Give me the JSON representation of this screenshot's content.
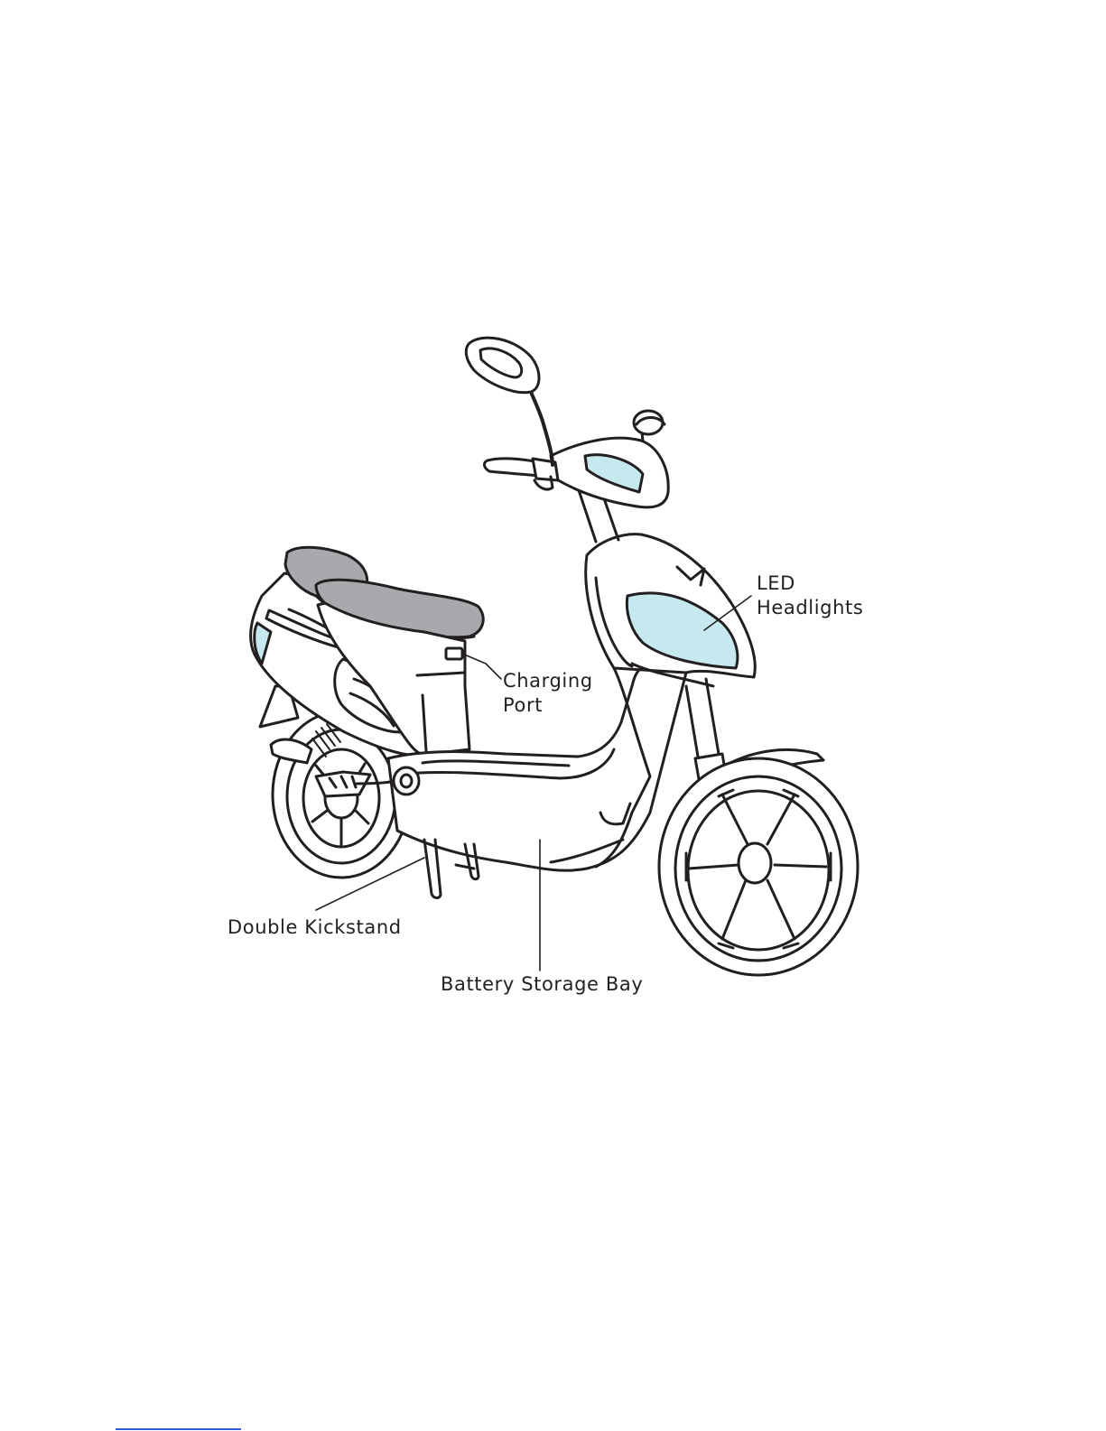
{
  "colors": {
    "outline": "#231f20",
    "body_fill": "#ffffff",
    "seat_fill": "#a7a9ac",
    "light_fill": "#c6e9ef",
    "footer_rule": "#2f5bd8"
  },
  "callouts": {
    "led_headlights": {
      "line1": "LED",
      "line2": "Headlights"
    },
    "charging_port": {
      "line1": "Charging",
      "line2": "Port"
    },
    "double_kickstand": {
      "label": "Double Kickstand"
    },
    "battery_storage_bay": {
      "label": "Battery Storage Bay"
    }
  }
}
